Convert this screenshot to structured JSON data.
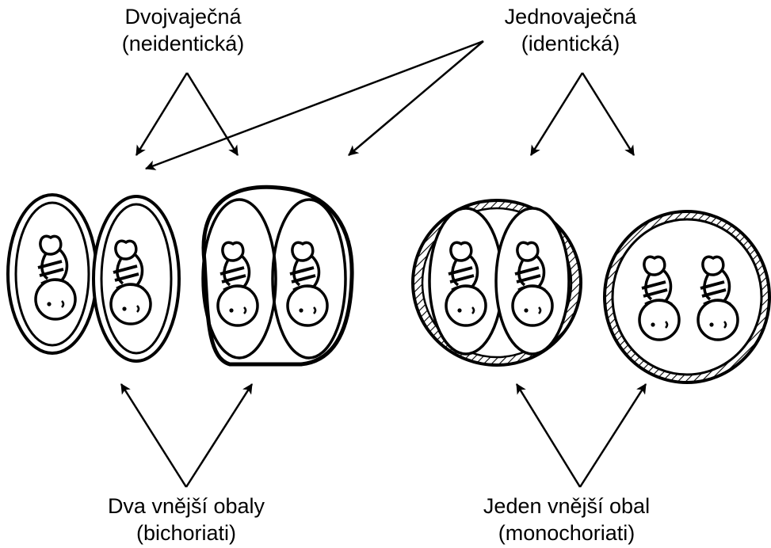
{
  "labels": {
    "dizygotic": {
      "line1": "Dvojvaječná",
      "line2": "(neidentická)"
    },
    "monozygotic": {
      "line1": "Jednovaječná",
      "line2": "(identická)"
    },
    "dichorionic": {
      "line1": "Dva vnější obaly",
      "line2": "(bichoriati)"
    },
    "monochorionic": {
      "line1": "Jeden vnější obal",
      "line2": "(monochoriati)"
    }
  },
  "colors": {
    "ink": "#000000",
    "paper": "#ffffff"
  }
}
